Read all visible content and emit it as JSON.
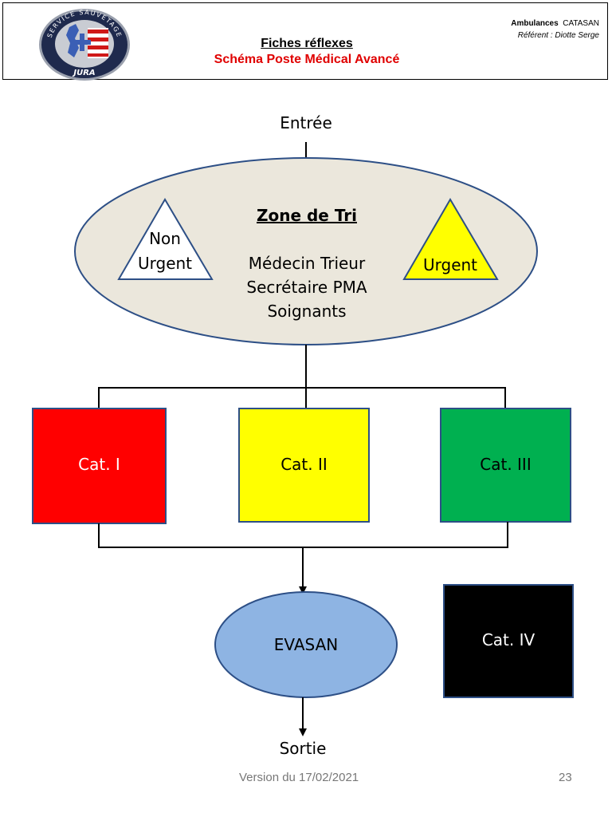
{
  "header": {
    "title": "Fiches réflexes",
    "subtitle": "Schéma Poste Médical Avancé",
    "org_bold": "Ambulances",
    "org_name": "CATASAN",
    "referent": "Référent : Diotte Serge",
    "logo_text_top": "SERVICE SAUVETAGE",
    "logo_text_bottom": "JURA"
  },
  "diagram": {
    "entry": "Entrée",
    "zone_title": "Zone de Tri",
    "zone_staff": [
      "Médecin Trieur",
      "Secrétaire PMA",
      "Soignants"
    ],
    "non_urgent": [
      "Non",
      "Urgent"
    ],
    "urgent": "Urgent",
    "categories": [
      {
        "label": "Cat. I",
        "color": "#ff0000"
      },
      {
        "label": "Cat. II",
        "color": "#ffff00"
      },
      {
        "label": "Cat. III",
        "color": "#00b050"
      }
    ],
    "cat4": {
      "label": "Cat. IV",
      "color": "#000000"
    },
    "evasan": "EVASAN",
    "exit": "Sortie"
  },
  "footer": {
    "version": "Version du 17/02/2021",
    "page": "23"
  }
}
